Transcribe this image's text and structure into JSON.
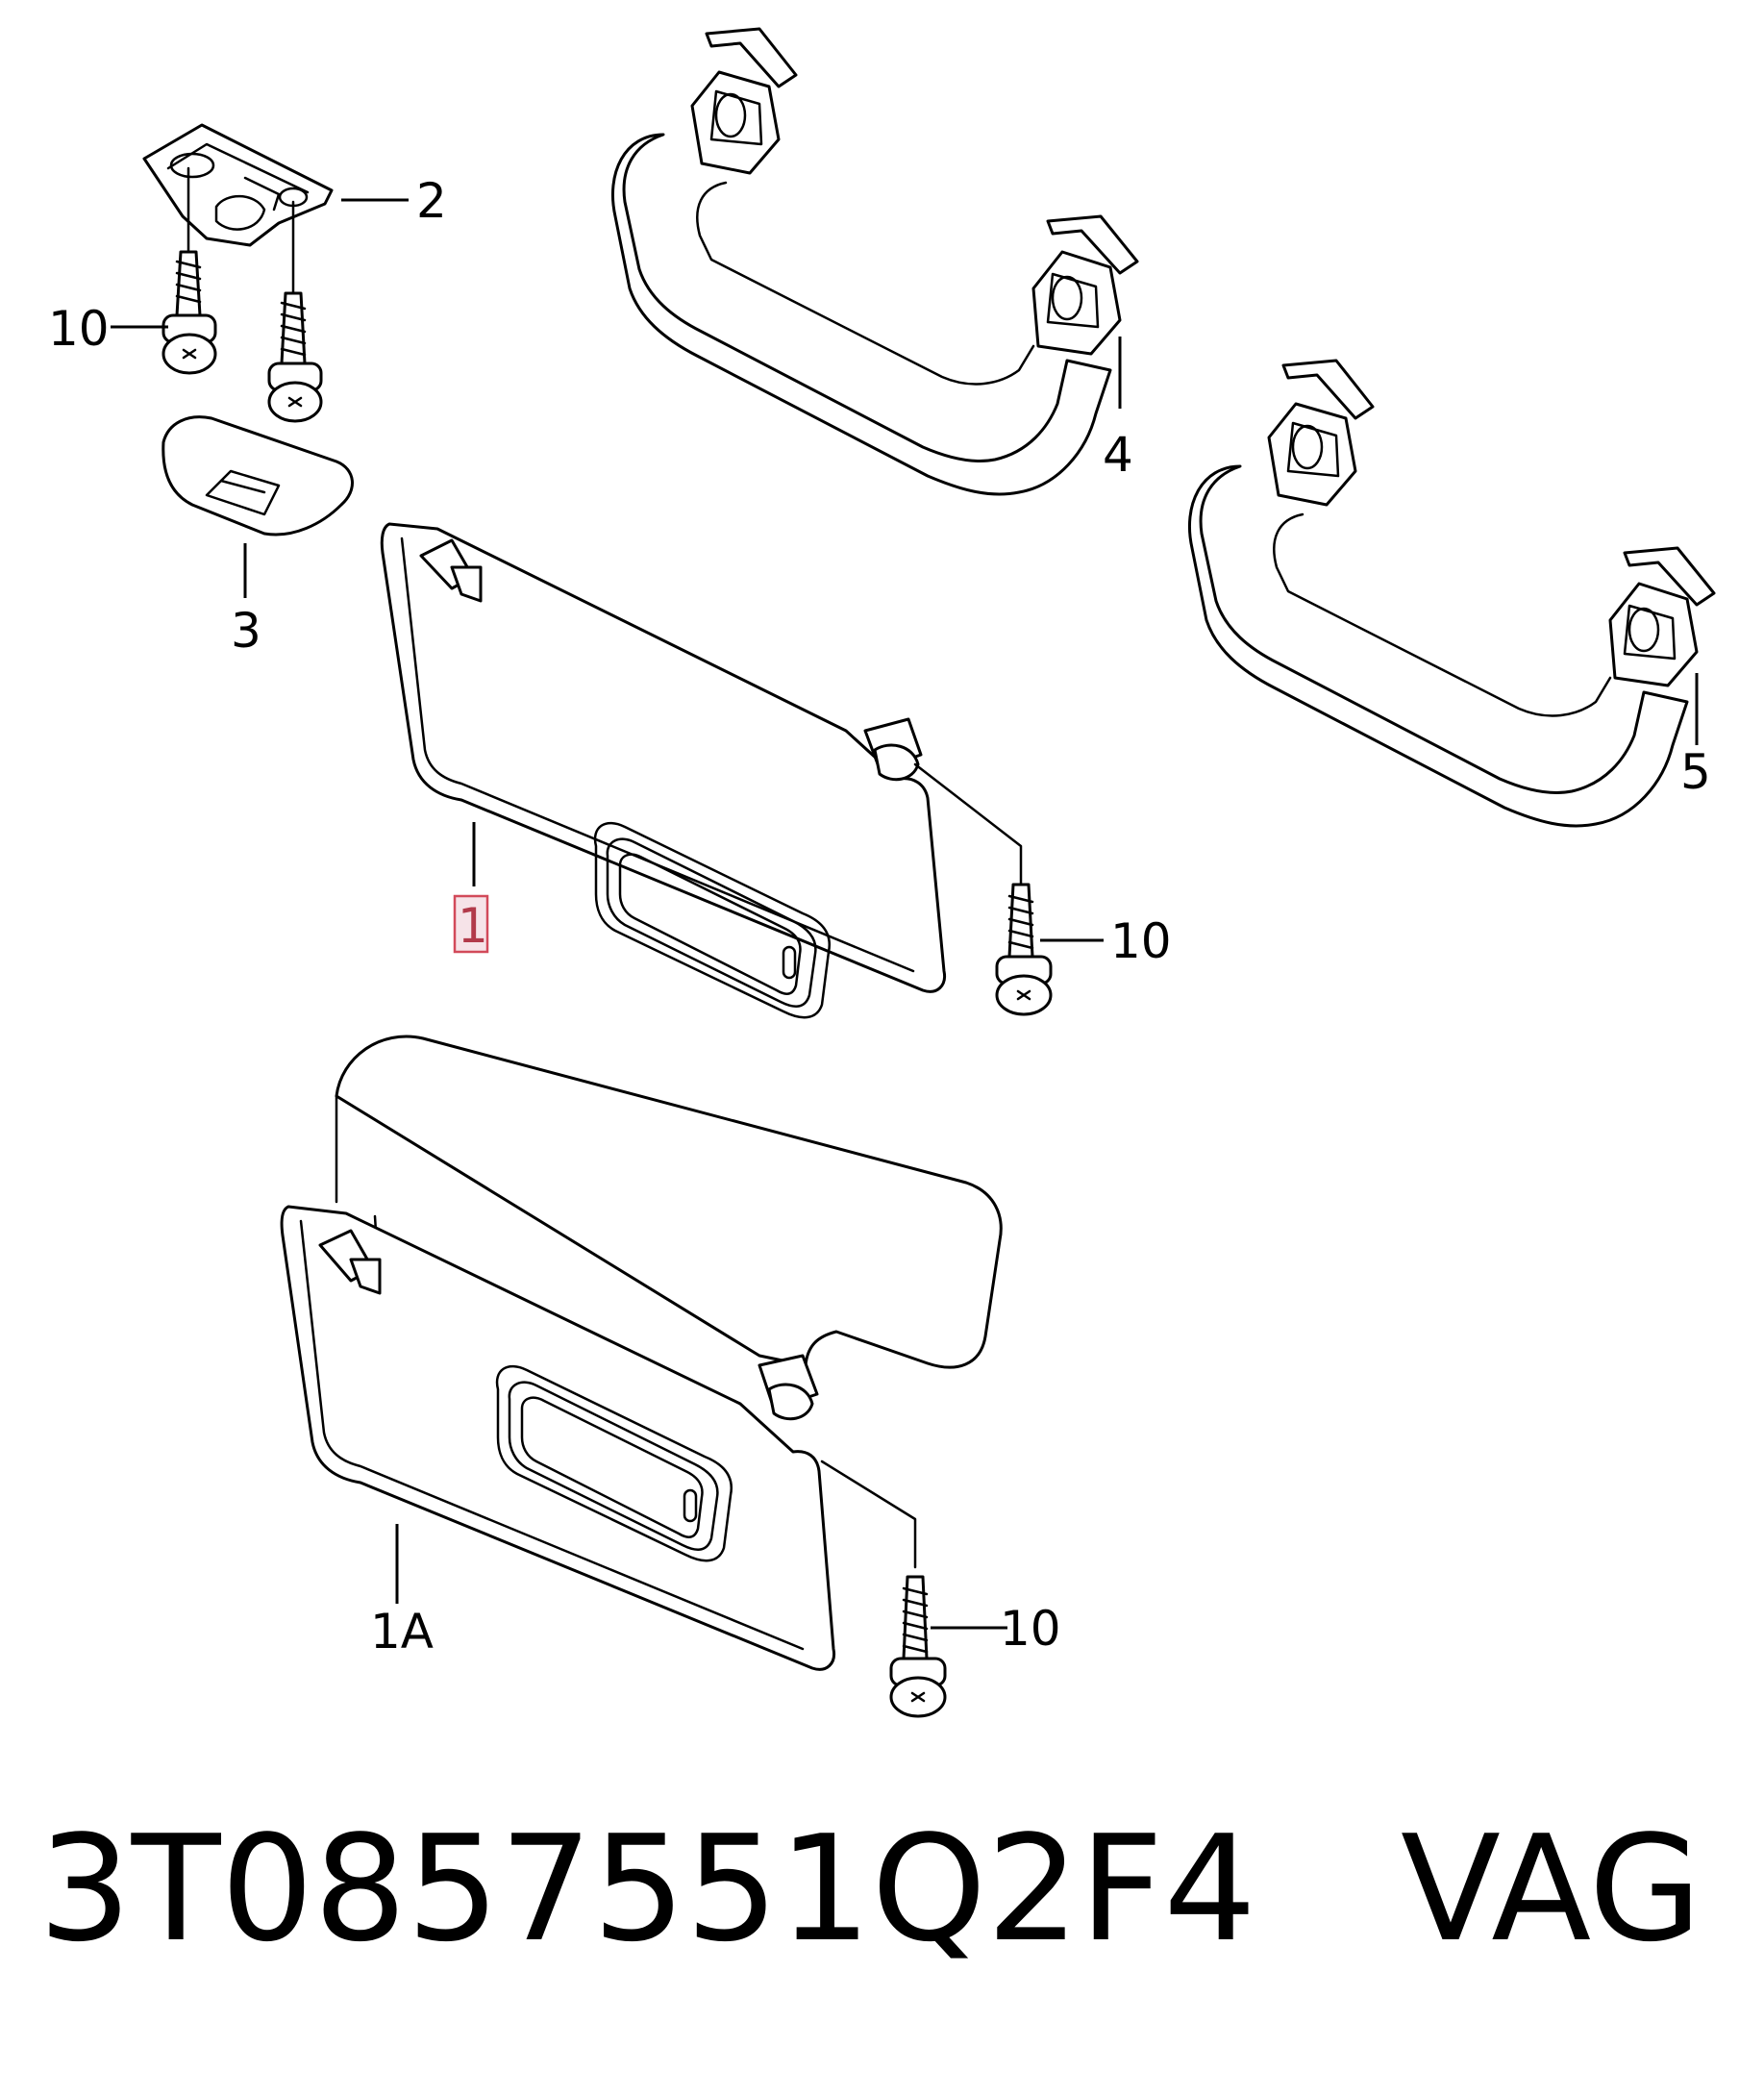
{
  "diagram": {
    "callouts": {
      "c1": "1",
      "c1a": "1A",
      "c2": "2",
      "c3": "3",
      "c4": "4",
      "c5": "5",
      "c10a": "10",
      "c10b": "10",
      "c10c": "10"
    },
    "highlighted_callout": "1",
    "highlight_color": "#d24a5a"
  },
  "footer": {
    "part_number": "3T0857551Q2F4",
    "brand": "VAG"
  }
}
